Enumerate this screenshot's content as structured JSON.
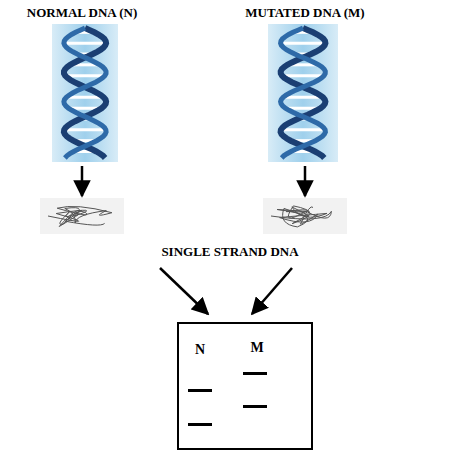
{
  "diagram": {
    "nodes": [
      {
        "text": [
          "N",
          "M"
        ]
      }
    ],
    "labels": [
      "NORMAL DNA (N)",
      "MUTATED DNA (M)",
      "SINGLE STRAND DNA"
    ]
  }
}
